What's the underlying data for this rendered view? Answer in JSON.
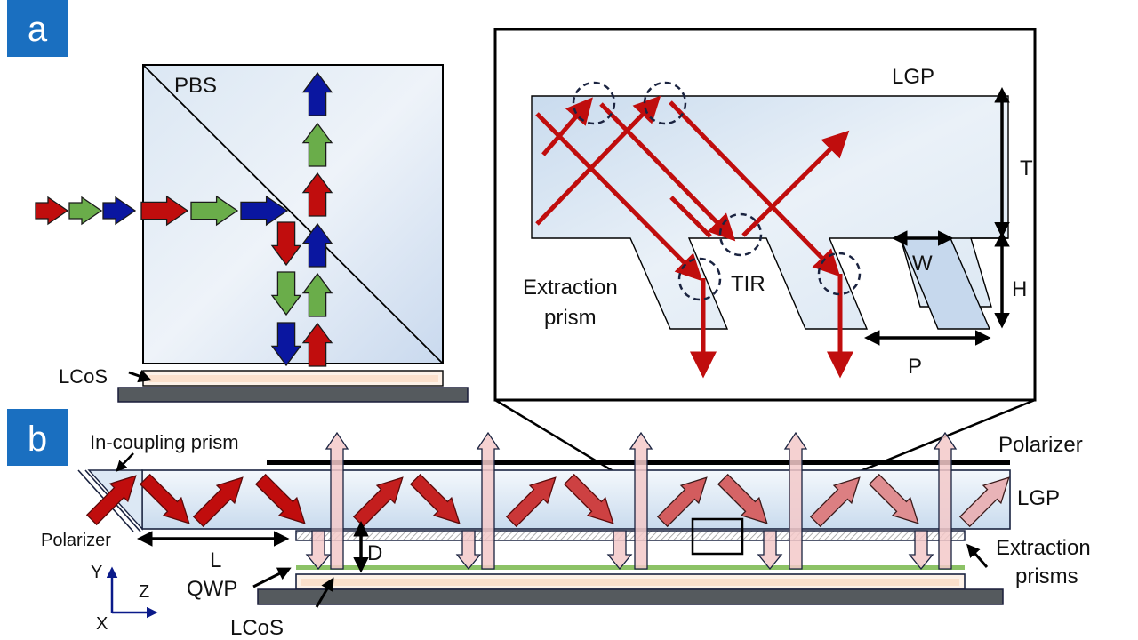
{
  "panel_a": {
    "label": "a",
    "pbs_label": "PBS",
    "lcos_label": "LCoS",
    "incoming_colors": [
      "red",
      "green",
      "blue"
    ]
  },
  "inset": {
    "lgp_label": "LGP",
    "t_label": "T",
    "h_label": "H",
    "w_label": "W",
    "p_label": "P",
    "tir_label": "TIR",
    "extraction_label_line1": "Extraction",
    "extraction_label_line2": "prism"
  },
  "panel_b": {
    "label": "b",
    "incoupling_label": "In-coupling prism",
    "polarizer_left_label": "Polarizer",
    "polarizer_right_label": "Polarizer",
    "lgp_label": "LGP",
    "extraction_label_line1": "Extraction",
    "extraction_label_line2": "prisms",
    "l_label": "L",
    "d_label": "D",
    "qwp_label": "QWP",
    "lcos_label": "LCoS",
    "axis_y": "Y",
    "axis_z": "Z",
    "axis_x": "X"
  },
  "colors": {
    "panel_badge": "#1a6fc0",
    "red": "#c00d0d",
    "green": "#6aad4a",
    "blue": "#0a16a0",
    "lgp_fill": "#dce8f4",
    "lcos_fill": "#fbe9dc",
    "base_fill": "#555a5e",
    "qwp": "#8cc266",
    "light_arrow": "#f3c9c9"
  }
}
